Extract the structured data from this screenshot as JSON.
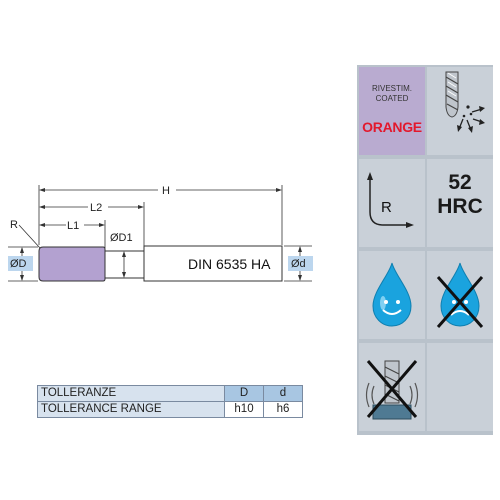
{
  "drawing": {
    "dimensions": {
      "h": "H",
      "l2": "L2",
      "l1": "L1",
      "r": "R",
      "d1": "ØD1",
      "d_left": "ØD",
      "d_right": "Ød"
    },
    "standard": "DIN 6535 HA",
    "colors": {
      "head": "#b3a1d0",
      "dims": "#333333",
      "diameter_badge": "#bcd6ee"
    }
  },
  "tolerance_table": {
    "row1_label": "TOLLERANZE",
    "row2_label": "TOLLERANCE RANGE",
    "col_d_big": "D",
    "col_d_small": "d",
    "val_d_big": "h10",
    "val_d_small": "h6"
  },
  "panel": {
    "coating": {
      "line1": "RIVESTIM.",
      "line2": "COATED",
      "color_name": "ORANGE"
    },
    "hardness": {
      "value": "52",
      "unit": "HRC"
    },
    "radius_label": "R",
    "icons": [
      "end-mill-chip-icon",
      "radius-corner-icon",
      "coolant-drop-icon",
      "no-coolant-icon",
      "no-vibration-icon"
    ]
  }
}
